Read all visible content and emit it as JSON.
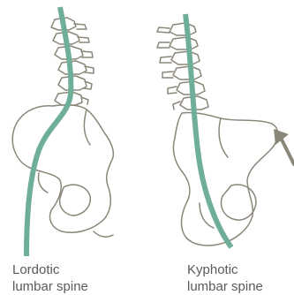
{
  "figures": [
    {
      "id": "lordotic",
      "caption_line1": "Lordotic",
      "caption_line2": "lumbar spine"
    },
    {
      "id": "kyphotic",
      "caption_line1": "Kyphotic",
      "caption_line2": "lumbar spine"
    }
  ],
  "colors": {
    "spine_line": "#6fae99",
    "bone_outline": "#8a8778",
    "arrow": "#8a8778",
    "caption_text": "#5a5a5a"
  }
}
